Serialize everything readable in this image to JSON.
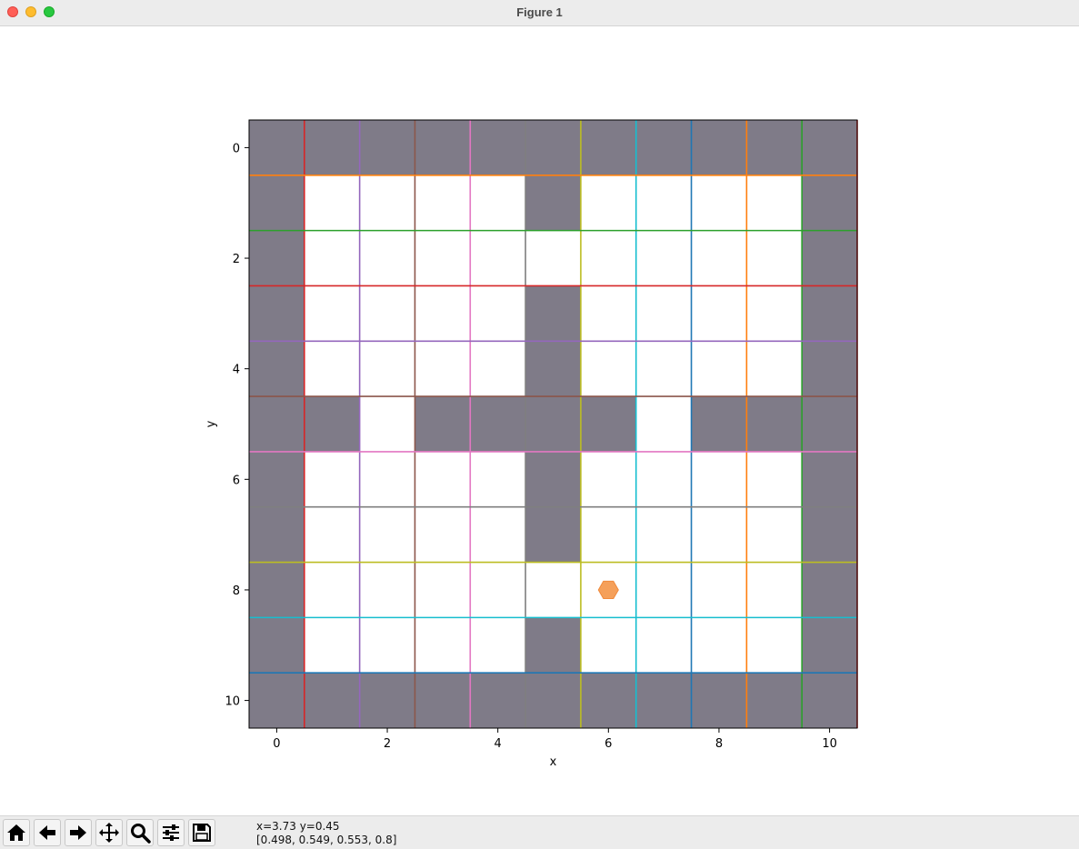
{
  "window": {
    "title": "Figure 1"
  },
  "toolbar": {
    "buttons": [
      {
        "name": "home-button",
        "icon": "home-icon"
      },
      {
        "name": "back-button",
        "icon": "arrow-left-icon"
      },
      {
        "name": "forward-button",
        "icon": "arrow-right-icon"
      },
      {
        "name": "pan-button",
        "icon": "move-icon"
      },
      {
        "name": "zoom-button",
        "icon": "magnifier-icon"
      },
      {
        "name": "configure-subplots-button",
        "icon": "sliders-icon"
      },
      {
        "name": "save-button",
        "icon": "floppy-disk-icon"
      }
    ]
  },
  "status": {
    "coords": "x=3.73 y=0.45",
    "rgba": "[0.498, 0.549, 0.553, 0.8]"
  },
  "chart_data": {
    "type": "heatmap",
    "title": "",
    "xlabel": "x",
    "ylabel": "y",
    "xlim": [
      -0.5,
      10.5
    ],
    "ylim": [
      10.5,
      -0.5
    ],
    "x_ticks": [
      "0",
      "2",
      "4",
      "6",
      "8",
      "10"
    ],
    "y_ticks": [
      "0",
      "2",
      "4",
      "6",
      "8",
      "10"
    ],
    "wall_color": "#7f7b88",
    "free_color": "#ffffff",
    "grid": [
      "###########",
      "#....#....#",
      "#.........#",
      "#....#....#",
      "#....#....#",
      "##.####.###",
      "#....#....#",
      "#....#....#",
      "#.........#",
      "#....#....#",
      "###########"
    ],
    "gridline_colors": [
      "#d62728",
      "#9467bd",
      "#8c564b",
      "#e377c2",
      "#7f7f7f",
      "#bcbd22",
      "#17becf",
      "#1f77b4",
      "#ff7f0e",
      "#2ca02c"
    ],
    "hgridline_colors": [
      "#ff7f0e",
      "#2ca02c",
      "#d62728",
      "#9467bd",
      "#8c564b",
      "#e377c2",
      "#7f7f7f",
      "#bcbd22",
      "#17becf",
      "#1f77b4"
    ],
    "agent": {
      "x": 6,
      "y": 8,
      "marker": "hexagon",
      "color": "#f5a05a"
    }
  }
}
